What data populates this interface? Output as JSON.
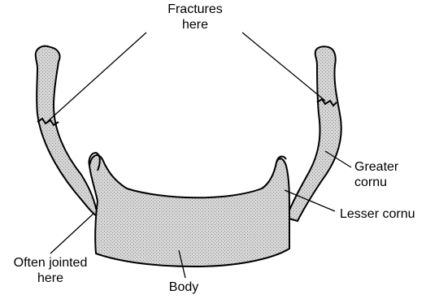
{
  "labels": {
    "fractures": [
      "Fractures",
      "here"
    ],
    "greater_cornu": [
      "Greater",
      "cornu"
    ],
    "lesser_cornu": "Lesser cornu",
    "often_jointed": [
      "Often jointed",
      "here"
    ],
    "body": "Body"
  },
  "colors": {
    "bone_fill": "#d3d3d3",
    "outline": "#000000",
    "background": "#ffffff"
  }
}
